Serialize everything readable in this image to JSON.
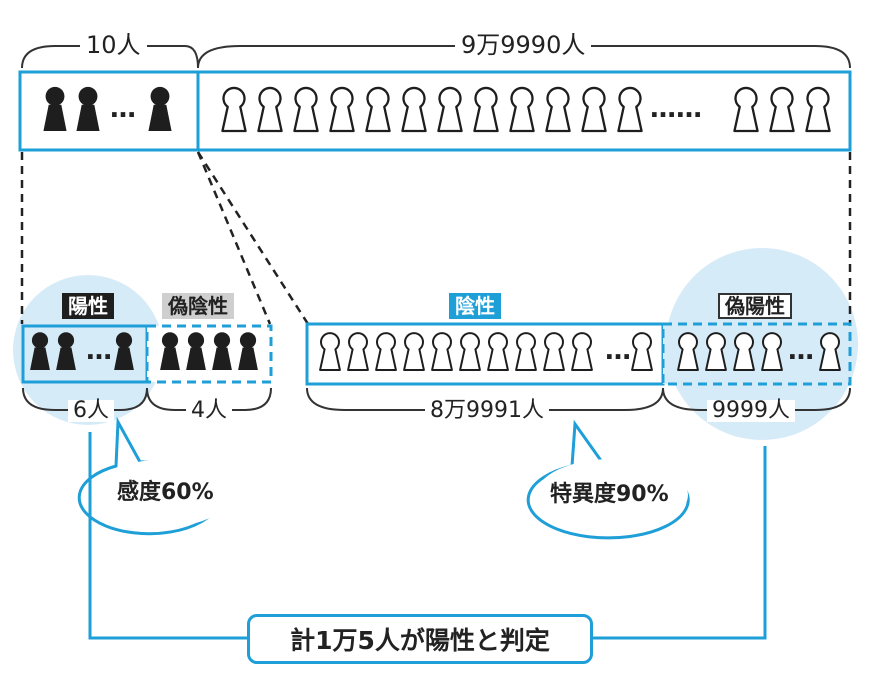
{
  "population": {
    "infected_label": "10人",
    "healthy_label": "9万9990人"
  },
  "groups": {
    "true_positive": {
      "tag": "陽性",
      "count_label": "6人"
    },
    "false_negative": {
      "tag": "偽陰性",
      "count_label": "4人"
    },
    "true_negative": {
      "tag": "陰性",
      "count_label": "8万9991人"
    },
    "false_positive": {
      "tag": "偽陽性",
      "count_label": "9999人"
    }
  },
  "callouts": {
    "sensitivity": "感度60%",
    "specificity": "特異度90%"
  },
  "conclusion": "計1万5人が陽性と判定",
  "colors": {
    "accent_blue": "#1e9fd7",
    "light_blue": "#d6ebf8",
    "dark": "#1e1e1e",
    "gray_tag": "#cfcfcf"
  },
  "icons": {
    "infected": "person-filled-icon",
    "healthy": "person-outline-icon"
  }
}
